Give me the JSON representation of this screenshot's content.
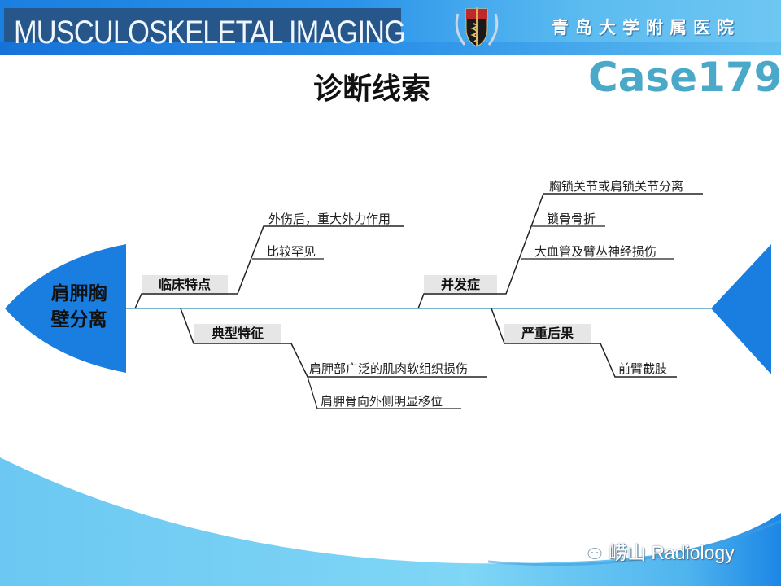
{
  "header": {
    "brand": "MUSCULOSKELETAL IMAGING",
    "hospital": "青岛大学附属医院",
    "emblem_icon": "hospital-emblem-icon"
  },
  "slide": {
    "title": "诊断线索",
    "case_id": "Case179"
  },
  "diagram": {
    "type": "fishbone",
    "head": {
      "label_line1": "肩胛胸",
      "label_line2": "壁分离",
      "color": "#1a7ee0"
    },
    "tail_color": "#1a7ee0",
    "spine_color": "#7ab6cf",
    "branches": [
      {
        "label": "临床特点",
        "side": "top",
        "items": [
          "外伤后，重大外力作用",
          "比较罕见"
        ]
      },
      {
        "label": "典型特征",
        "side": "bottom",
        "items": [
          "肩胛部广泛的肌肉软组织损伤",
          "肩胛骨向外侧明显移位"
        ]
      },
      {
        "label": "并发症",
        "side": "top",
        "items": [
          "胸锁关节或肩锁关节分离",
          "锁骨骨折",
          "大血管及臂丛神经损伤"
        ]
      },
      {
        "label": "严重后果",
        "side": "bottom",
        "items": [
          "前臂截肢"
        ]
      }
    ]
  },
  "footer": {
    "watermark_text": "崂山 Radiology",
    "watermark_icon": "wechat-icon"
  }
}
